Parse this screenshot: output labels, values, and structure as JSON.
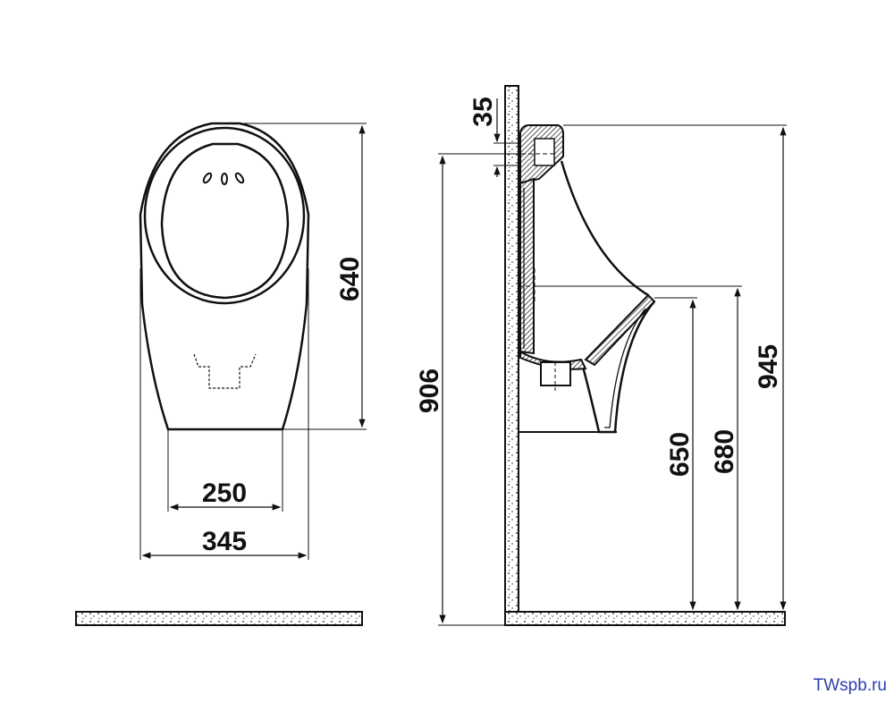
{
  "dimensions": {
    "front_height": "640",
    "front_bottom_width": "250",
    "front_width": "345",
    "side_top_offset": "35",
    "side_inlet_height": "906",
    "side_total_height": "945",
    "side_lip_height": "680",
    "side_outlet_height": "650"
  },
  "watermark": "TWspb.ru",
  "colors": {
    "line": "#111111",
    "watermark": "#2b3fb0"
  }
}
